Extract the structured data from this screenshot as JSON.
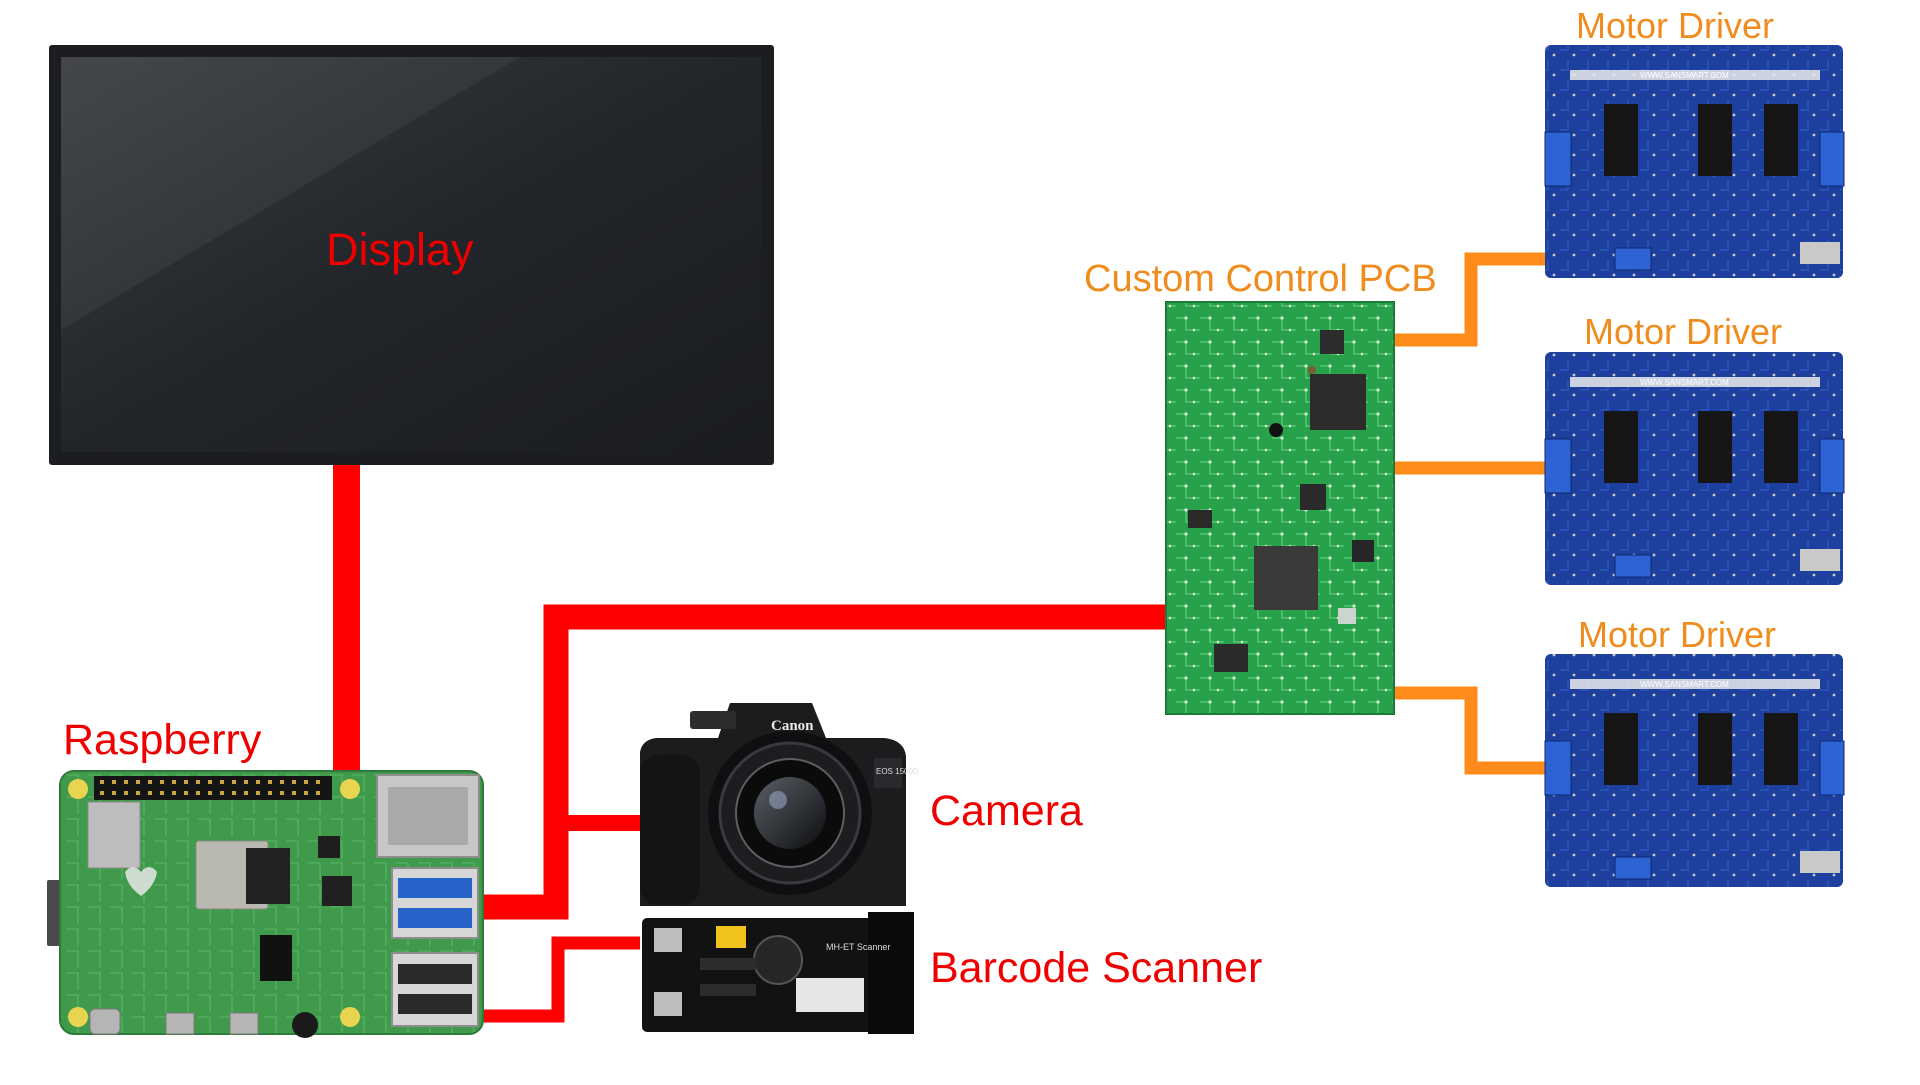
{
  "labels": {
    "display": "Display",
    "raspberry": "Raspberry",
    "camera": "Camera",
    "barcode_scanner": "Barcode Scanner",
    "custom_pcb": "Custom Control PCB",
    "motor_driver_1": "Motor Driver",
    "motor_driver_2": "Motor Driver",
    "motor_driver_3": "Motor Driver"
  },
  "camera_brand": "Canon",
  "camera_model": "EOS 1500D",
  "scanner_silk": "MH-ET Scanner",
  "motor_driver_silk": "WWW.SANSMART.COM",
  "colors": {
    "red_link": "#ff0000",
    "orange_link": "#ff8c1a",
    "label_red": "#ee0000",
    "label_orange": "#f08c1e",
    "pcb_green": "#27a24a",
    "motor_blue": "#1d3f9e"
  }
}
